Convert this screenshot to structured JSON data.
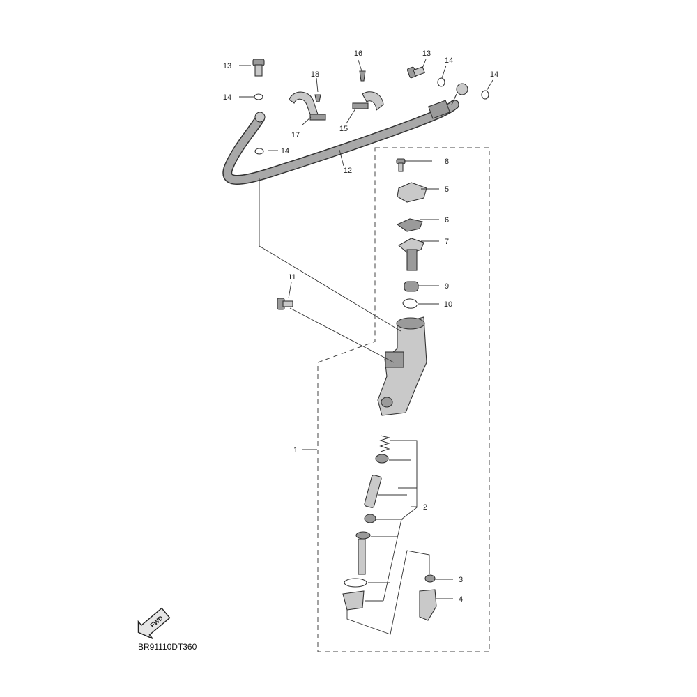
{
  "diagram": {
    "code": "BR91110DT360",
    "fwd_label": "FWD",
    "callouts": [
      "1",
      "2",
      "3",
      "4",
      "5",
      "6",
      "7",
      "8",
      "9",
      "10",
      "11",
      "12",
      "13",
      "13",
      "14",
      "14",
      "14",
      "14",
      "15",
      "16",
      "17",
      "18"
    ]
  }
}
